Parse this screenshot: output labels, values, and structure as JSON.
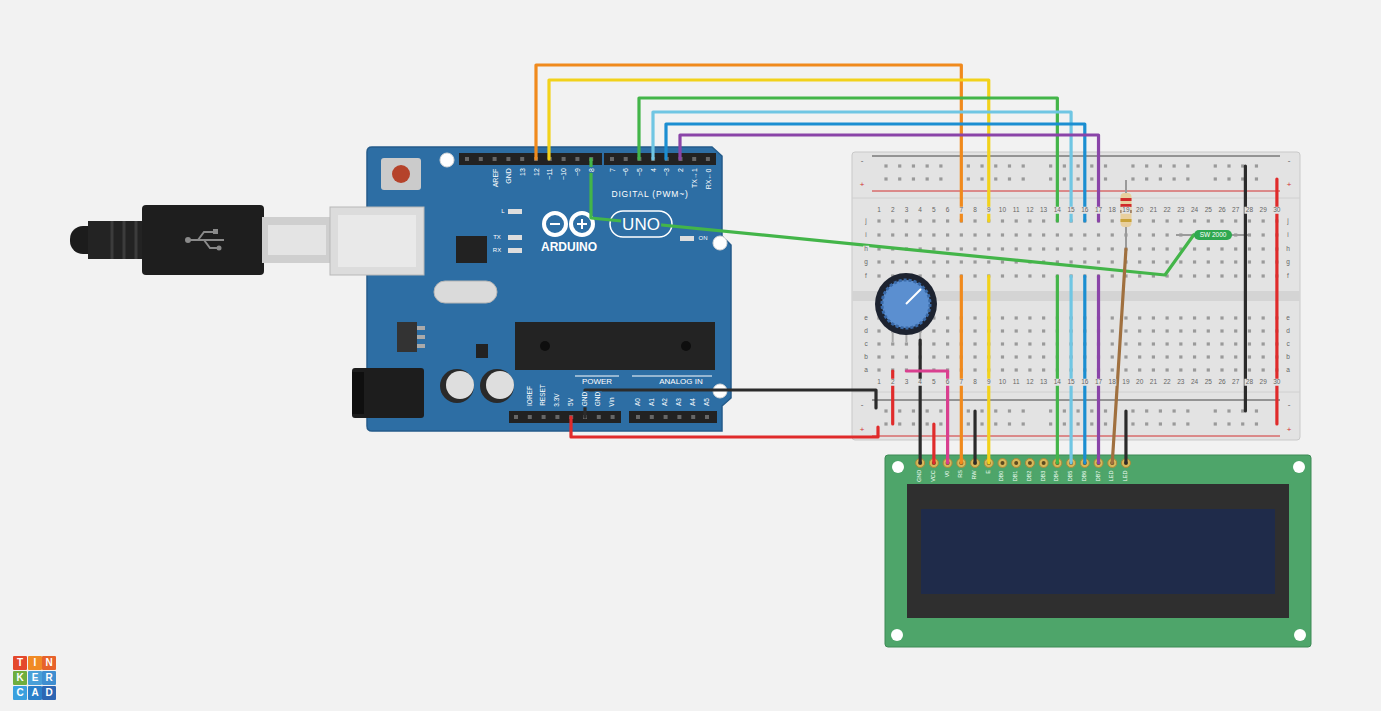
{
  "diagram": {
    "nodes": [
      {
        "text": [
          "AREF",
          "GND",
          "13",
          "12",
          "~11",
          "~10",
          "~9",
          "8",
          "7",
          "~6",
          "~5",
          "4",
          "~3",
          "2",
          "TX→1",
          "RX←0",
          "DIGITAL (PWM~)",
          "L",
          "TX",
          "RX",
          "ARDUINO",
          "UNO",
          "ON",
          "IOREF",
          "RESET",
          "3.3V",
          "5V",
          "GND",
          "GND",
          "Vin",
          "POWER",
          "ANALOG IN",
          "A0",
          "A1",
          "A2",
          "A3",
          "A4",
          "A5"
        ]
      },
      {
        "text": [
          "-",
          "-",
          "+",
          "+",
          "1",
          "2",
          "3",
          "4",
          "5",
          "6",
          "7",
          "8",
          "9",
          "10",
          "11",
          "12",
          "13",
          "14",
          "15",
          "16",
          "17",
          "18",
          "19",
          "20",
          "21",
          "22",
          "23",
          "24",
          "25",
          "26",
          "27",
          "28",
          "29",
          "30",
          "j",
          "j",
          "i",
          "i",
          "h",
          "h",
          "g",
          "g",
          "f",
          "f",
          "e",
          "e",
          "d",
          "d",
          "c",
          "c",
          "b",
          "b",
          "a",
          "a",
          "1",
          "2",
          "3",
          "4",
          "5",
          "6",
          "7",
          "8",
          "9",
          "10",
          "11",
          "12",
          "13",
          "14",
          "15",
          "16",
          "17",
          "18",
          "19",
          "20",
          "21",
          "22",
          "23",
          "24",
          "25",
          "26",
          "27",
          "28",
          "29",
          "30",
          "-",
          "-",
          "+",
          "+"
        ]
      },
      {
        "text": [
          "SW 2000"
        ],
        "in": 1
      },
      {
        "text": [
          "GND",
          "VCC",
          "V0",
          "RS",
          "RW",
          "E",
          "DB0",
          "DB1",
          "DB2",
          "DB3",
          "DB4",
          "DB5",
          "DB6",
          "DB7",
          "LED",
          "LED"
        ]
      },
      {
        "text": [
          "T"
        ]
      },
      {
        "text": [
          "I"
        ]
      },
      {
        "text": [
          "N"
        ]
      },
      {
        "text": [
          "K"
        ]
      },
      {
        "text": [
          "E"
        ]
      },
      {
        "text": [
          "R"
        ]
      },
      {
        "text": [
          "C"
        ]
      },
      {
        "text": [
          "A"
        ]
      },
      {
        "text": [
          "D"
        ]
      }
    ],
    "edges": [
      {
        "from": 0,
        "to": 1,
        "arrow": "none"
      },
      {
        "from": 0,
        "to": 1,
        "arrow": "none"
      },
      {
        "from": 0,
        "to": 1,
        "arrow": "none"
      },
      {
        "from": 0,
        "to": 1,
        "arrow": "none"
      },
      {
        "from": 0,
        "to": 1,
        "arrow": "none"
      },
      {
        "from": 0,
        "to": 1,
        "arrow": "none"
      },
      {
        "from": 0,
        "to": 2,
        "arrow": "none"
      },
      {
        "from": 0,
        "to": 1,
        "arrow": "none"
      },
      {
        "from": 0,
        "to": 1,
        "arrow": "none"
      },
      {
        "from": 1,
        "to": 3,
        "arrow": "none"
      },
      {
        "from": 1,
        "to": 3,
        "arrow": "none"
      },
      {
        "from": 1,
        "to": 3,
        "arrow": "none"
      },
      {
        "from": 1,
        "to": 3,
        "arrow": "none"
      },
      {
        "from": 1,
        "to": 3,
        "arrow": "none"
      },
      {
        "from": 1,
        "to": 3,
        "arrow": "none"
      },
      {
        "from": 1,
        "to": 3,
        "arrow": "none"
      },
      {
        "from": 1,
        "to": 3,
        "arrow": "none"
      },
      {
        "from": 1,
        "to": 3,
        "arrow": "none"
      },
      {
        "from": 1,
        "to": 3,
        "arrow": "none"
      },
      {
        "from": 1,
        "to": 3,
        "arrow": "none"
      },
      {
        "from": 1,
        "to": 3,
        "arrow": "none"
      }
    ]
  }
}
